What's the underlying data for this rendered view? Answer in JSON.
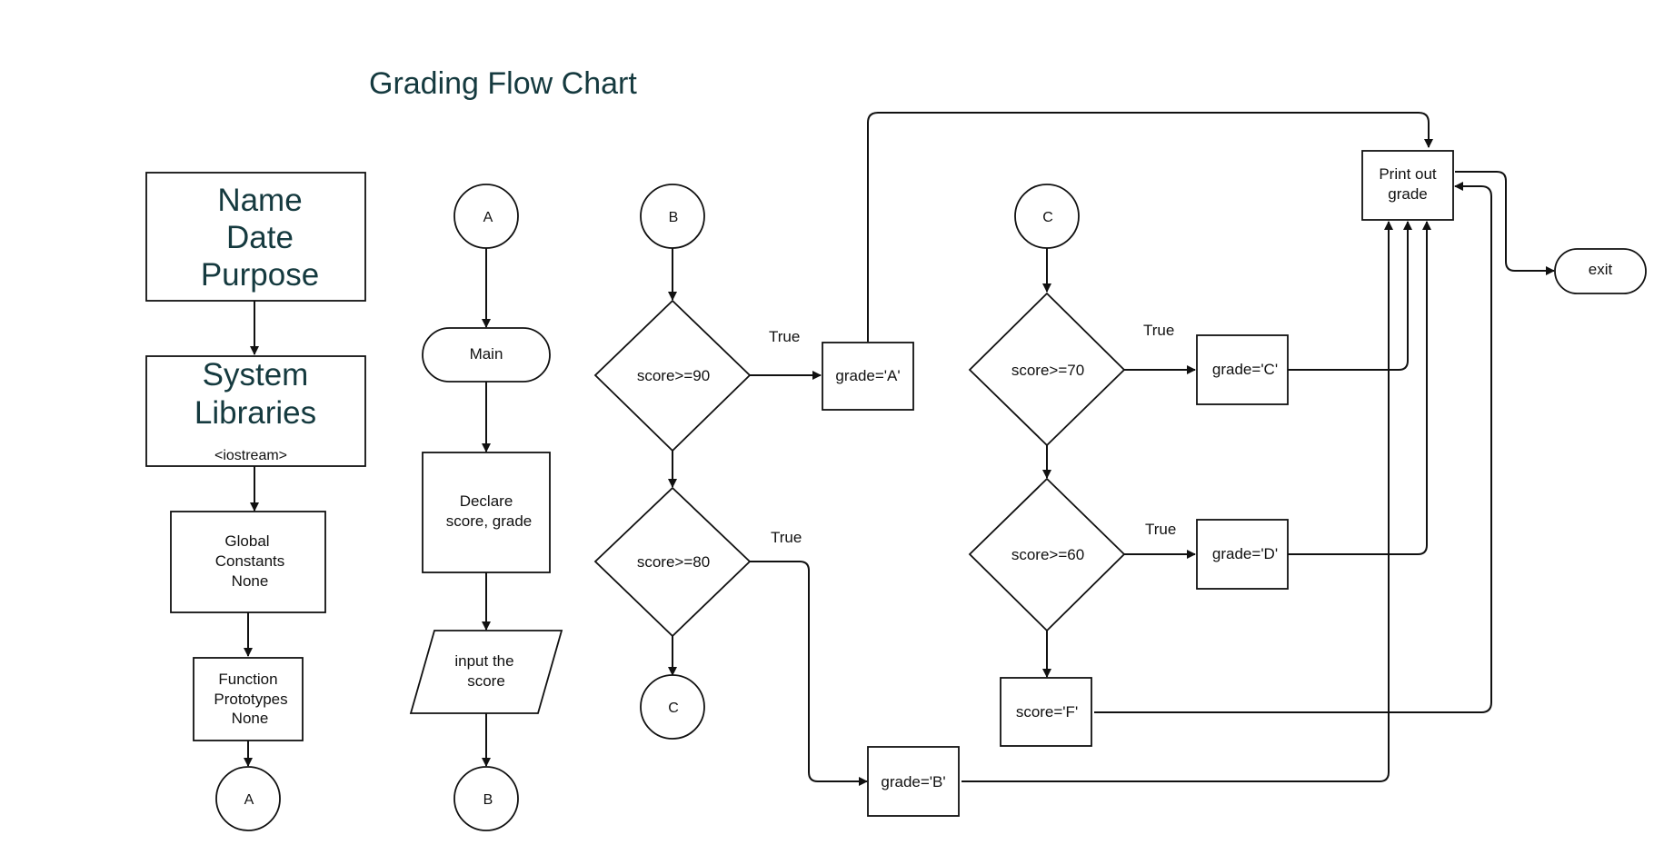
{
  "title": "Grading Flow Chart",
  "colors": {
    "title": "#153a3f",
    "stroke": "#111111",
    "background": "#ffffff"
  },
  "header_block": {
    "line1": "Name",
    "line2": "Date",
    "line3": "Purpose"
  },
  "libraries_block": {
    "line1": "System",
    "line2": "Libraries",
    "line3": "<iostream>"
  },
  "constants_block": {
    "line1": "Global",
    "line2": "Constants",
    "line3": "None"
  },
  "prototypes_block": {
    "line1": "Function",
    "line2": "Prototypes",
    "line3": "None"
  },
  "connectors": {
    "a": "A",
    "b": "B",
    "c": "C"
  },
  "main_terminal": "Main",
  "declare_block": {
    "line1": "Declare",
    "line2": "score, grade"
  },
  "input_block": {
    "line1": "input the",
    "line2": "score"
  },
  "decisions": {
    "ninety": "score>=90",
    "eighty": "score>=80",
    "seventy": "score>=70",
    "sixty": "score>=60"
  },
  "assignments": {
    "a": "grade='A'",
    "b": "grade='B'",
    "c": "grade='C'",
    "d": "grade='D'",
    "f": "score='F'"
  },
  "true_label": "True",
  "print_block": {
    "line1": "Print out",
    "line2": "grade"
  },
  "exit_terminal": "exit"
}
